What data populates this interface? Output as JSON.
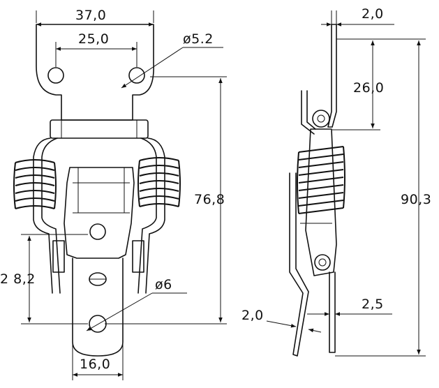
{
  "colors": {
    "line": "#111111",
    "background": "#ffffff"
  },
  "dimensions": {
    "width_top": "37,0",
    "hole_spacing": "25,0",
    "hole_small": "ø5.2",
    "height_total_front": "76,8",
    "height_lower": "2 8,2",
    "hole_large": "ø6",
    "width_bottom": "16,0",
    "thickness_top": "2,0",
    "height_upper_side": "26,0",
    "height_total_side": "90,3",
    "thickness_hook": "2,0",
    "offset_hook": "2,5"
  }
}
